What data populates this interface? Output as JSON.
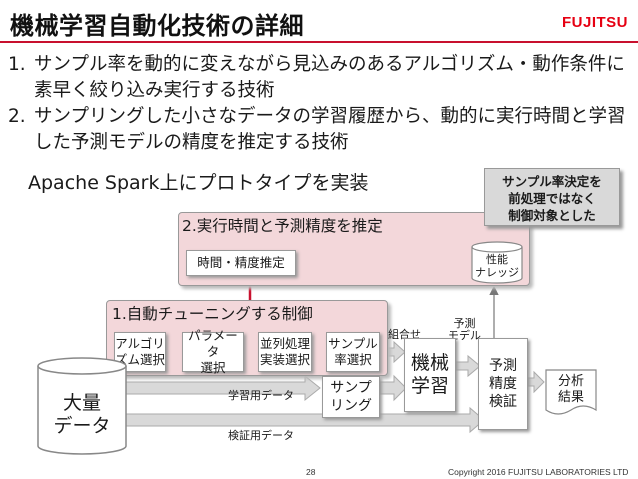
{
  "title": "機械学習自動化技術の詳細",
  "logo": "FUJITSU",
  "bullets": [
    {
      "num": "1.",
      "text": "サンプル率を動的に変えながら見込みのあるアルゴリズム・動作条件に素早く絞り込み実行する技術"
    },
    {
      "num": "2.",
      "text": "サンプリングした小さなデータの学習履歴から、動的に実行時間と学習した予測モデルの精度を推定する技術"
    }
  ],
  "subtitle": "Apache Spark上にプロトタイプを実装",
  "callout": [
    "サンプル率決定を",
    "前処理ではなく",
    "制御対象とした"
  ],
  "panel2": {
    "label": "2.実行時間と予測精度を推定",
    "estimate_box": "時間・精度推定",
    "knowledge": [
      "性能",
      "ナレッジ"
    ]
  },
  "panel1": {
    "label": "1.自動チューニングする制御",
    "steps": [
      [
        "アルゴリ",
        "ズム選択"
      ],
      [
        "パラメータ",
        "選択"
      ],
      [
        "並列処理",
        "実装選択"
      ],
      [
        "サンプル",
        "率選択"
      ]
    ]
  },
  "data_store": [
    "大量",
    "データ"
  ],
  "sampling": [
    "サンプ",
    "リング"
  ],
  "ml": [
    "機械",
    "学習"
  ],
  "predict": [
    "予測",
    "精度",
    "検証"
  ],
  "result": [
    "分析",
    "結果"
  ],
  "labels": {
    "combo": "組合せ",
    "model": [
      "予測",
      "モデル"
    ],
    "train_data": "学習用データ",
    "valid_data": "検証用データ"
  },
  "footer": {
    "page": "28",
    "copyright": "Copyright 2016 FUJITSU LABORATORIES LTD"
  },
  "colors": {
    "accent_red": "#c8102e",
    "panel_pink": "#f3d7da",
    "arrow_gray": "#d9d9d9",
    "arrow_red": "#c8102e"
  }
}
